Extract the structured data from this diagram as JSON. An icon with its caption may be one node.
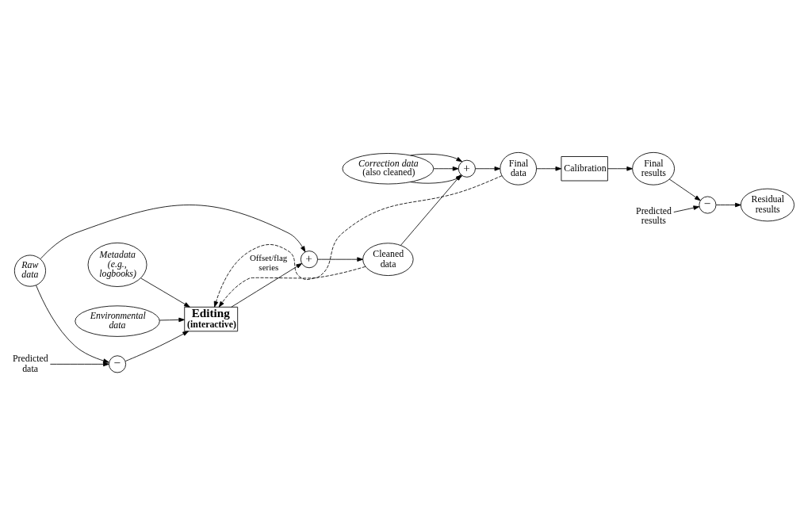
{
  "diagram": {
    "nodes": [
      {
        "text": [
          "Metadata (e.g., logbooks)"
        ]
      },
      {
        "text": [
          "Raw data"
        ]
      },
      {
        "text": [
          "−"
        ]
      },
      {
        "text": [
          "Editing",
          "(interactive)"
        ]
      },
      {
        "text": [
          "+"
        ]
      },
      {
        "text": [
          "Cleaned data"
        ]
      },
      {
        "text": [
          "Predicted data"
        ]
      },
      {
        "text": [
          "Environmental data"
        ]
      },
      {
        "text": [
          "+"
        ]
      },
      {
        "text": [
          "Final data"
        ]
      },
      {
        "text": [
          "Calibration"
        ]
      },
      {
        "text": [
          "Final results"
        ]
      },
      {
        "text": [
          "−"
        ]
      },
      {
        "text": [
          "Residual results"
        ]
      },
      {
        "text": [
          "Correction data",
          "(also cleaned)"
        ]
      },
      {
        "text": [
          "Predicted results"
        ]
      }
    ],
    "edges": [
      {
        "from": 1,
        "to": 2,
        "arrow": "to"
      },
      {
        "from": 1,
        "to": 4,
        "arrow": "to"
      },
      {
        "from": 0,
        "to": 3,
        "arrow": "to"
      },
      {
        "from": 2,
        "to": 3,
        "arrow": "to"
      },
      {
        "from": 6,
        "to": 2,
        "arrow": "to"
      },
      {
        "from": 3,
        "to": 4,
        "arrow": "to",
        "label": "Offset/flag series"
      },
      {
        "from": 7,
        "to": 3,
        "arrow": "to"
      },
      {
        "from": 5,
        "to": 3,
        "arrow": "to",
        "style": "dashed"
      },
      {
        "from": 4,
        "to": 5,
        "arrow": "to"
      },
      {
        "from": 5,
        "to": 8,
        "arrow": "to"
      },
      {
        "from": 14,
        "to": 8,
        "arrow": "to"
      },
      {
        "from": 14,
        "to": 8,
        "arrow": "to"
      },
      {
        "from": 14,
        "to": 8,
        "arrow": "to"
      },
      {
        "from": 8,
        "to": 9,
        "arrow": "to"
      },
      {
        "from": 9,
        "to": 3,
        "arrow": "to",
        "style": "dashed"
      },
      {
        "from": 9,
        "to": 10,
        "arrow": "to"
      },
      {
        "from": 10,
        "to": 11,
        "arrow": "to"
      },
      {
        "from": 11,
        "to": 12,
        "arrow": "to"
      },
      {
        "from": 15,
        "to": 12,
        "arrow": "to"
      },
      {
        "from": 12,
        "to": 13,
        "arrow": "to"
      }
    ]
  }
}
